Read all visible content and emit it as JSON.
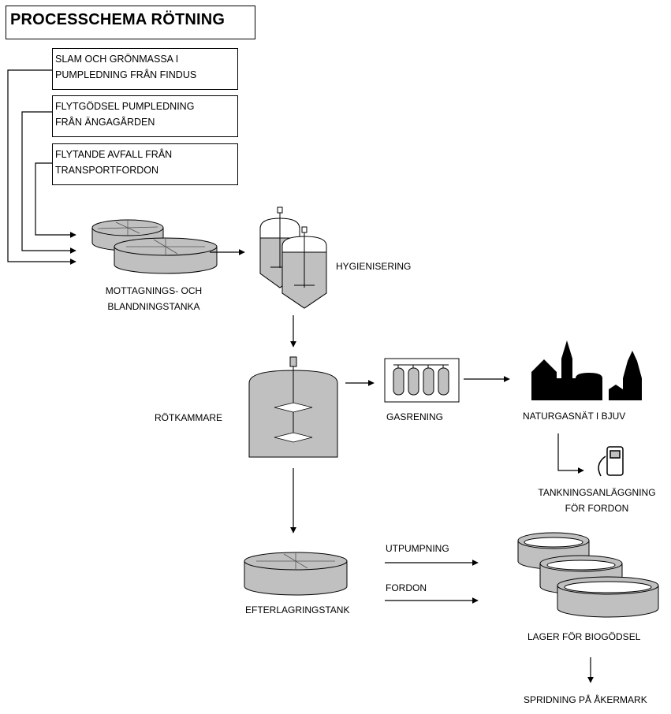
{
  "title": "PROCESSCHEMA RÖTNING",
  "inputs": [
    {
      "line1": "SLAM OCH GRÖNMASSA I",
      "line2": "PUMPLEDNING FRÅN FINDUS"
    },
    {
      "line1": "FLYTGÖDSEL PUMPLEDNING",
      "line2": "FRÅN ÄNGAGÅRDEN"
    },
    {
      "line1": "FLYTANDE AVFALL FRÅN",
      "line2": "TRANSPORTFORDON"
    }
  ],
  "labels": {
    "mixing_tanks_1": "MOTTAGNINGS- OCH",
    "mixing_tanks_2": "BLANDNINGSTANKA",
    "hygienisation": "HYGIENISERING",
    "digester": "RÖTKAMMARE",
    "gas_cleaning": "GASRENING",
    "gas_grid": "NATURGASNÄT I BJUV",
    "fuel_station_1": "TANKNINGSANLÄGGNING",
    "fuel_station_2": "FÖR FORDON",
    "post_storage": "EFTERLAGRINGSTANK",
    "pumping": "UTPUMPNING",
    "vehicles": "FORDON",
    "biofertilizer_storage": "LAGER FÖR BIOGÖDSEL",
    "spreading": "SPRIDNING PÅ ÅKERMARK"
  },
  "colors": {
    "equipment_gray": "#c0c0c0",
    "line": "#000000"
  }
}
